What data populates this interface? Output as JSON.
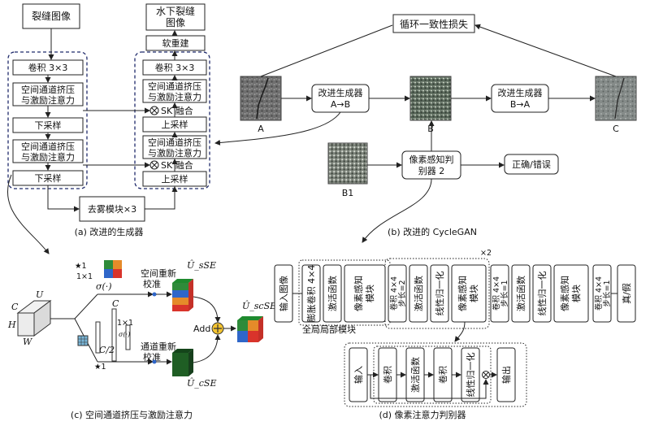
{
  "panel_a": {
    "caption": "(a) 改进的生成器",
    "input": "裂缝图像",
    "output_line1": "水下裂缝",
    "output_line2": "图像",
    "reconstruct": "软重建",
    "conv_left": "卷积 3×3",
    "conv_right": "卷积 3×3",
    "attn_line1": "空间通道挤压",
    "attn_line2": "与激励注意力",
    "downsample": "下采样",
    "upsample": "上采样",
    "sk_fuse": "SK 融合",
    "dehaze": "去雾模块×3"
  },
  "panel_b": {
    "caption": "(b) 改进的 CycleGAN",
    "cycle_loss": "循环一致性损失",
    "gen_ab_line1": "改进生成器",
    "gen_ab_line2": "A→B",
    "gen_ba_line1": "改进生成器",
    "gen_ba_line2": "B→A",
    "disc_line1": "像素感知判",
    "disc_line2": "别器 2",
    "result": "正确/错误",
    "label_a": "A",
    "label_b": "B",
    "label_c": "C",
    "label_b1": "B1"
  },
  "panel_c": {
    "caption": "(c) 空间通道挤压与激励注意力",
    "spatial_line1": "空间重新",
    "spatial_line2": "校准",
    "channel_line1": "通道重新",
    "channel_line2": "校准",
    "add": "Add",
    "dim_c": "C",
    "dim_h": "H",
    "dim_w": "W",
    "dim_u": "U",
    "k1": "★1",
    "k1x1": "1×1",
    "sigma": "σ(·)",
    "sigma_small": "σ(·)",
    "c_half": "C/2",
    "u_sse": "Û_sSE",
    "u_cse": "Û_cSE",
    "u_scse": "Û_scSE"
  },
  "panel_d": {
    "caption": "(d) 像素注意力判别器",
    "input": "输入图像",
    "dilated": "膨胀卷积 4×4",
    "act": "激活函数",
    "pixel_mod_line1": "像素感知",
    "pixel_mod_line2": "模块",
    "global_local": "全局局部模块",
    "conv_s2_line1": "卷积 4×4",
    "conv_s2_line2": "步长=2",
    "norm": "线性归一化",
    "repeat": "×2",
    "conv_s1_line1": "卷积 4×4",
    "conv_s1_line2": "步长=1",
    "real_fake": "真/假",
    "sub_input": "输入",
    "sub_conv": "卷积",
    "sub_act": "激活函数",
    "sub_conv2": "卷积",
    "sub_norm": "线性归一化",
    "sub_output": "输出"
  },
  "colors": {
    "dash_blue": "#1f2a6b",
    "red": "#d9342b",
    "green": "#2e8b3a",
    "blue": "#2f66c9",
    "orange": "#e58b2a",
    "dark_green": "#1f5e24"
  }
}
